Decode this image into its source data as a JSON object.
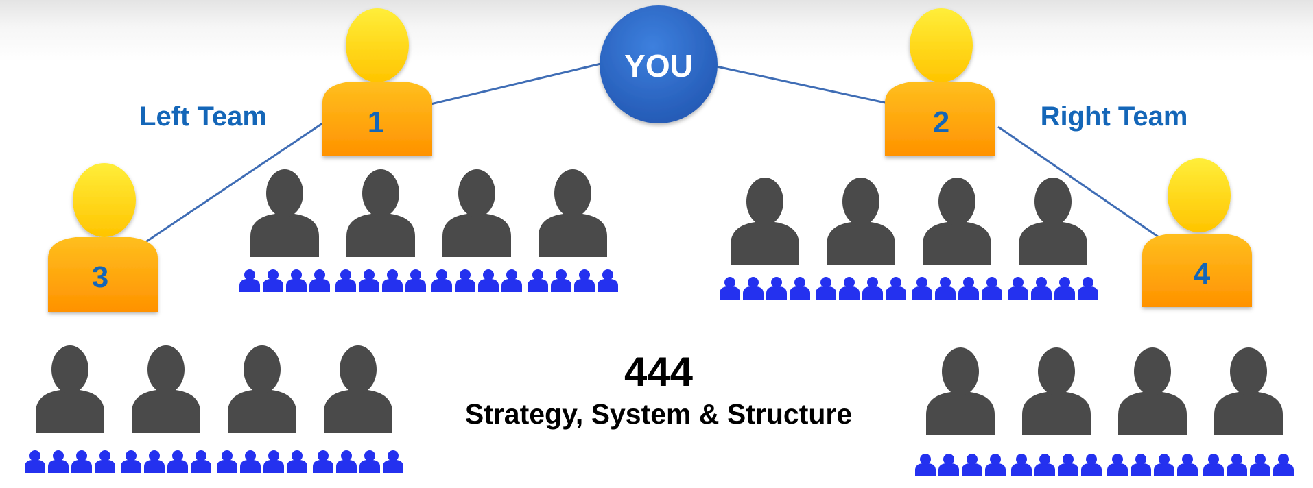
{
  "center": {
    "label": "YOU"
  },
  "teams": {
    "left": {
      "label": "Left Team"
    },
    "right": {
      "label": "Right Team"
    }
  },
  "leaders": [
    {
      "number": "1",
      "team": "left"
    },
    {
      "number": "2",
      "team": "right"
    },
    {
      "number": "3",
      "team": "left"
    },
    {
      "number": "4",
      "team": "right"
    }
  ],
  "groups": [
    {
      "leader": "1",
      "members": 4,
      "sub_members_each": 4
    },
    {
      "leader": "2",
      "members": 4,
      "sub_members_each": 4
    },
    {
      "leader": "3",
      "members": 4,
      "sub_members_each": 4
    },
    {
      "leader": "4",
      "members": 4,
      "sub_members_each": 4
    }
  ],
  "caption": {
    "number": "444",
    "subtitle": "Strategy, System & Structure"
  },
  "colors": {
    "you_circle": "#2f6fce",
    "connector_line": "#3f6db5",
    "leader_head": "#ffd000",
    "leader_body": "#ff9900",
    "leader_number": "#1466b8",
    "team_label": "#1466b8",
    "member": "#4a4a4a",
    "sub_member": "#2431ef",
    "caption_text": "#000000"
  },
  "icons": {
    "leader": "person-gold-icon",
    "member": "person-dark-icon",
    "sub_member": "person-blue-icon"
  }
}
